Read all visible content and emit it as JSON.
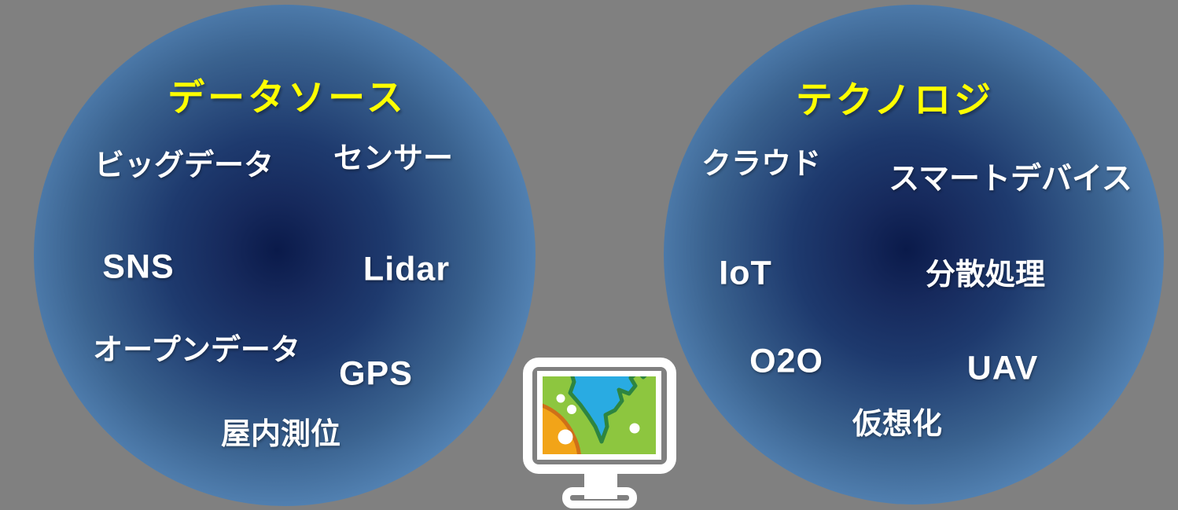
{
  "diagram": {
    "background_color": "#808080",
    "left_bubble": {
      "title": "データソース",
      "title_color": "#ffff00",
      "items": [
        "ビッグデータ",
        "センサー",
        "SNS",
        "Lidar",
        "オープンデータ",
        "GPS",
        "屋内測位"
      ]
    },
    "right_bubble": {
      "title": "テクノロジ",
      "title_color": "#ffff00",
      "items": [
        "クラウド",
        "スマートデバイス",
        "IoT",
        "分散処理",
        "O2O",
        "UAV",
        "仮想化"
      ]
    },
    "center_icon": {
      "name": "map-monitor-icon",
      "colors": {
        "frame": "#ffffff",
        "bezel": "#808080",
        "land_green": "#8dc63f",
        "lake_blue": "#29abe2",
        "lake_outline_green": "#2e8540",
        "road_orange": "#f2a418",
        "road_outline_orange": "#cf7018",
        "dots": "#ffffff"
      }
    },
    "bubble_gradient": {
      "edge": "#7fb2e0",
      "mid": "#1e3a6e",
      "core": "#0a1a4a"
    },
    "label_color": "#ffffff"
  }
}
